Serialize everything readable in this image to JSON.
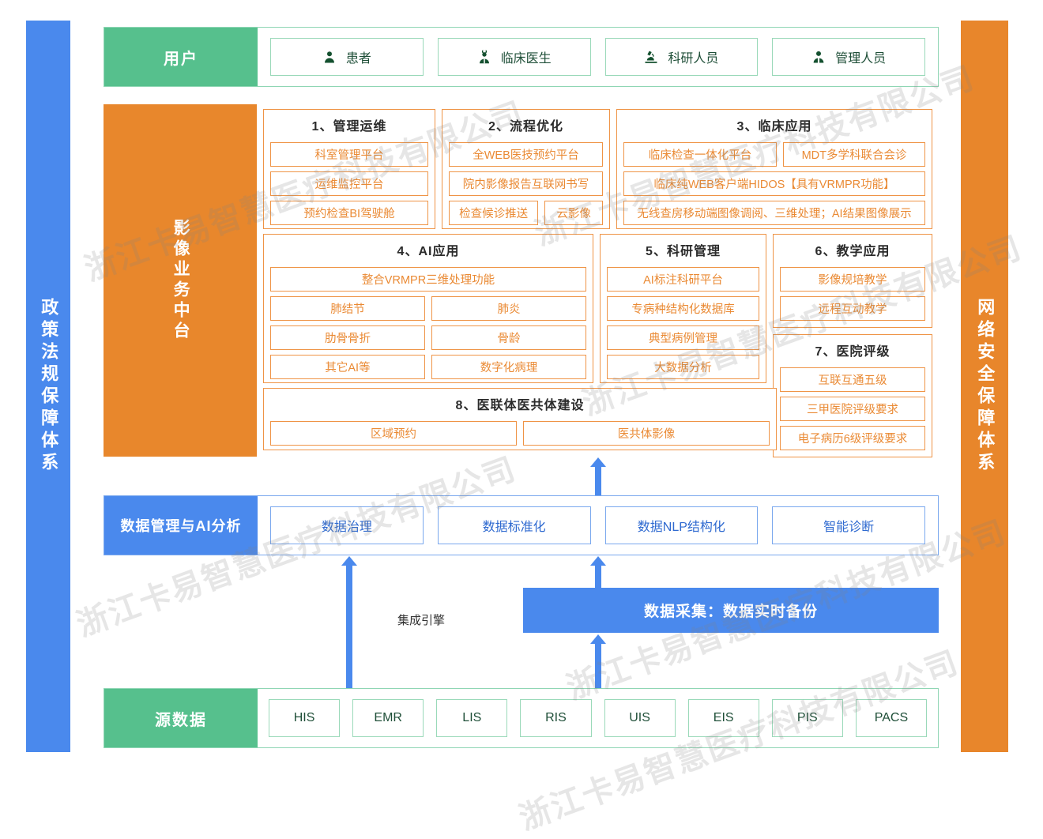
{
  "colors": {
    "blue": "#4a89ed",
    "orange": "#e8872c",
    "green": "#56c08d",
    "orange_text": "#ea8a34",
    "blue_text": "#2f6ad0"
  },
  "watermark": {
    "text": "浙江卡易智慧医疗科技有限公司"
  },
  "left_bar": {
    "label": "政策法规保障体系"
  },
  "right_bar": {
    "label": "网络安全保障体系"
  },
  "user_row": {
    "label": "用户",
    "items": [
      {
        "label": "患者",
        "icon": "person-icon"
      },
      {
        "label": "临床医生",
        "icon": "doctor-icon"
      },
      {
        "label": "科研人员",
        "icon": "microscope-icon"
      },
      {
        "label": "管理人员",
        "icon": "manager-icon"
      }
    ]
  },
  "mid_band": {
    "label": "影像业务中台",
    "groups": [
      {
        "title": "1、管理运维",
        "rows": [
          [
            "科室管理平台"
          ],
          [
            "运维监控平台"
          ],
          [
            "预约检查BI驾驶舱"
          ]
        ]
      },
      {
        "title": "2、流程优化",
        "rows": [
          [
            "全WEB医技预约平台"
          ],
          [
            "院内影像报告互联网书写"
          ],
          [
            "检查候诊推送",
            "云影像"
          ]
        ]
      },
      {
        "title": "3、临床应用",
        "rows": [
          [
            "临床检查一体化平台",
            "MDT多学科联合会诊"
          ],
          [
            "临床纯WEB客户端HIDOS【具有VRMPR功能】"
          ],
          [
            "无线查房移动端图像调阅、三维处理；AI结果图像展示"
          ]
        ]
      },
      {
        "title": "4、AI应用",
        "rows": [
          [
            "整合VRMPR三维处理功能"
          ],
          [
            "肺结节",
            "肺炎"
          ],
          [
            "肋骨骨折",
            "骨龄"
          ],
          [
            "其它AI等",
            "数字化病理"
          ]
        ]
      },
      {
        "title": "5、科研管理",
        "rows": [
          [
            "AI标注科研平台"
          ],
          [
            "专病种结构化数据库"
          ],
          [
            "典型病例管理"
          ],
          [
            "大数据分析"
          ]
        ]
      },
      {
        "title": "6、教学应用",
        "rows": [
          [
            "影像规培教学"
          ],
          [
            "远程互动教学"
          ]
        ]
      },
      {
        "title": "7、医院评级",
        "rows": [
          [
            "互联互通五级"
          ],
          [
            "三甲医院评级要求"
          ],
          [
            "电子病历6级评级要求"
          ]
        ]
      },
      {
        "title": "8、医联体医共体建设",
        "rows": [
          [
            "区域预约",
            "医共体影像"
          ]
        ]
      }
    ]
  },
  "data_band": {
    "label": "数据管理与AI分析",
    "items": [
      "数据治理",
      "数据标准化",
      "数据NLP结构化",
      "智能诊断"
    ]
  },
  "connector": {
    "engine_label": "集成引擎",
    "collect_label": "数据采集：数据实时备份"
  },
  "source_row": {
    "label": "源数据",
    "items": [
      "HIS",
      "EMR",
      "LIS",
      "RIS",
      "UIS",
      "EIS",
      "PIS",
      "PACS"
    ]
  }
}
